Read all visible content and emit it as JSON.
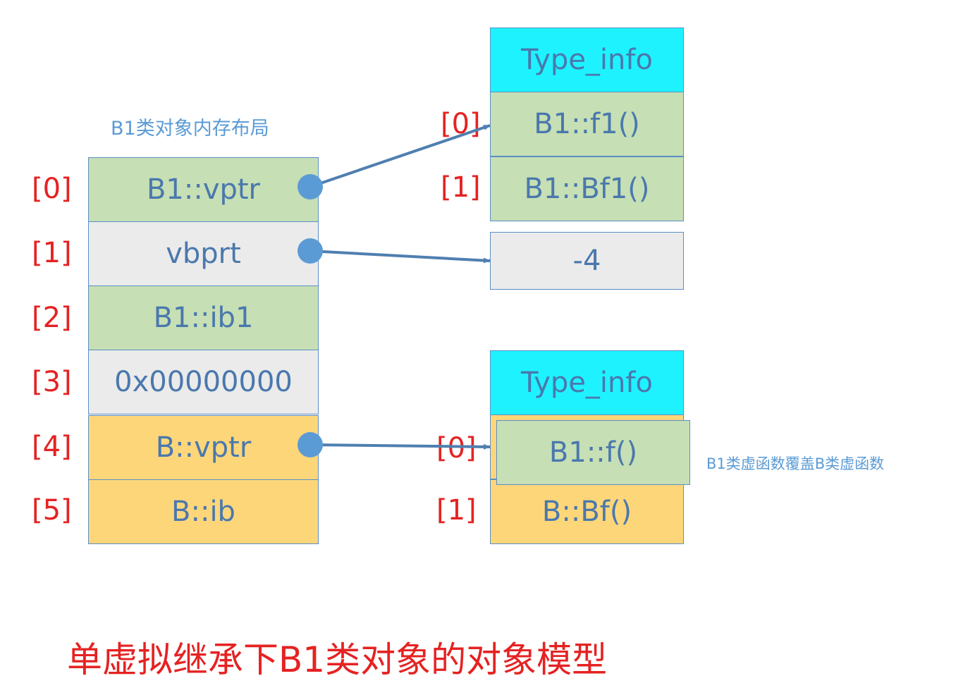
{
  "object_layout": {
    "caption": "B1类对象内存布局",
    "rows": [
      {
        "index": "[0]",
        "label": "B1::vptr"
      },
      {
        "index": "[1]",
        "label": "vbprt"
      },
      {
        "index": "[2]",
        "label": "B1::ib1"
      },
      {
        "index": "[3]",
        "label": "0x00000000"
      },
      {
        "index": "[4]",
        "label": "B::vptr"
      },
      {
        "index": "[5]",
        "label": "B::ib"
      }
    ]
  },
  "vtable_top": {
    "header": "Type_info",
    "rows": [
      {
        "index": "[0]",
        "label": "B1::f1()"
      },
      {
        "index": "[1]",
        "label": "B1::Bf1()"
      }
    ]
  },
  "vbtable": {
    "value": "-4"
  },
  "vtable_bottom": {
    "header": "Type_info",
    "rows": [
      {
        "index": "[0]",
        "label": "B1::f()"
      },
      {
        "index": "[1]",
        "label": "B::Bf()"
      }
    ],
    "override_note": "B1类虚函数覆盖B类虚函数"
  },
  "title": "单虚拟继承下B1类对象的对象模型",
  "colors": {
    "green": "#c6dfb4",
    "gray": "#ebebeb",
    "yellow": "#fdd67a",
    "cyan": "#1ff2ff",
    "border": "#5b8fc7",
    "text_blue": "#4a78ad",
    "index_red": "#e52222",
    "connector": "#4f7fb0",
    "dot": "#5b9bd5"
  }
}
